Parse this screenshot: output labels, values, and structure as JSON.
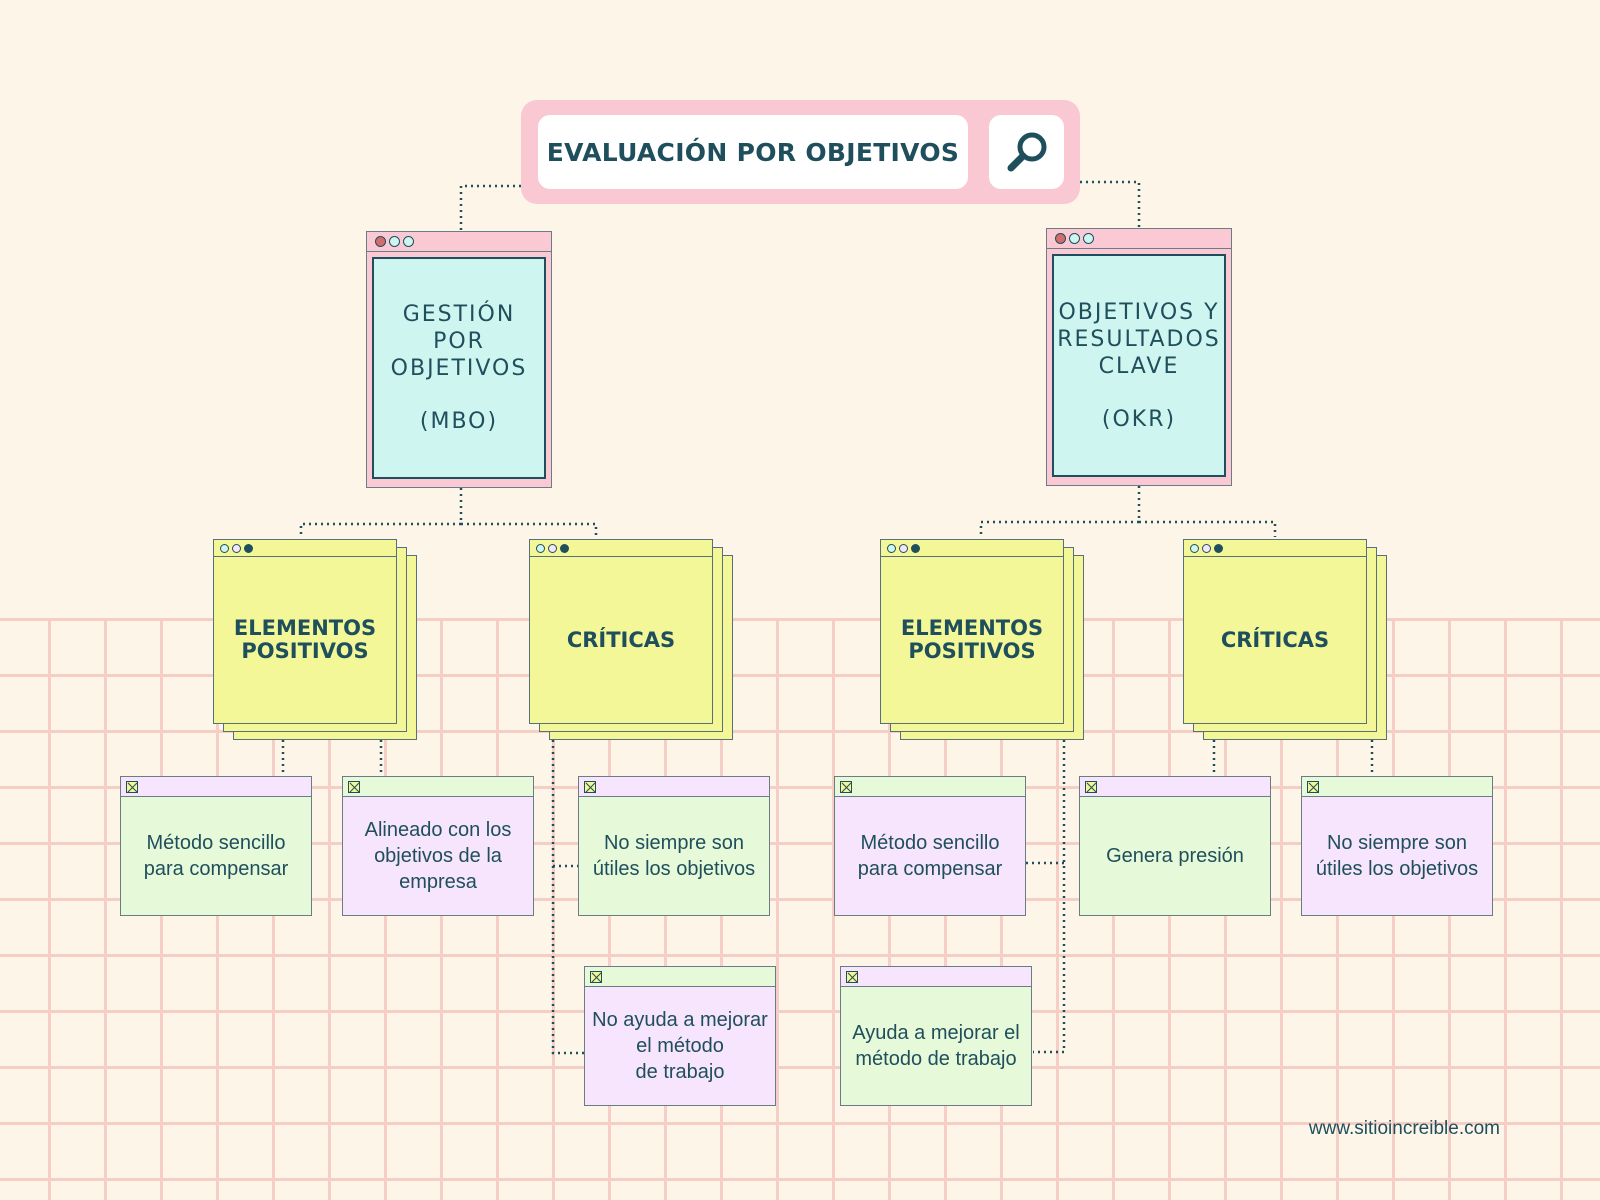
{
  "search": {
    "title": "EVALUACIÓN POR OBJETIVOS",
    "icon": "search-icon"
  },
  "methods": [
    {
      "line1": "GESTIÓN",
      "line2": "POR",
      "line3": "OBJETIVOS",
      "abbr": "(MBO)"
    },
    {
      "line1": "OBJETIVOS Y",
      "line2": "RESULTADOS",
      "line3": "CLAVE",
      "abbr": "(OKR)"
    }
  ],
  "categories": {
    "positive": "ELEMENTOS\nPOSITIVOS",
    "critical": "CRÍTICAS"
  },
  "notes": {
    "mbo_pos_1": "Método sencillo\npara compensar",
    "mbo_pos_2": "Alineado con los\nobjetivos de la\nempresa",
    "mbo_crit_1": "No siempre son\nútiles los objetivos",
    "mbo_crit_2": "No ayuda a mejorar\nel método\nde trabajo",
    "okr_pos_1": "Método sencillo\npara compensar",
    "okr_pos_2": "Ayuda a mejorar el\nmétodo de trabajo",
    "okr_crit_1": "Genera presión",
    "okr_crit_2": "No siempre son\nútiles los objetivos"
  },
  "footer": {
    "url": "www.sitioincreible.com"
  },
  "colors": {
    "background": "#fdf6e8",
    "grid": "#f5cfc6",
    "pink": "#f9c8d3",
    "cyan": "#cff5f0",
    "yellow": "#f3f798",
    "green": "#e6f9d9",
    "purple": "#f7e4fd",
    "text": "#1f4f5c"
  }
}
